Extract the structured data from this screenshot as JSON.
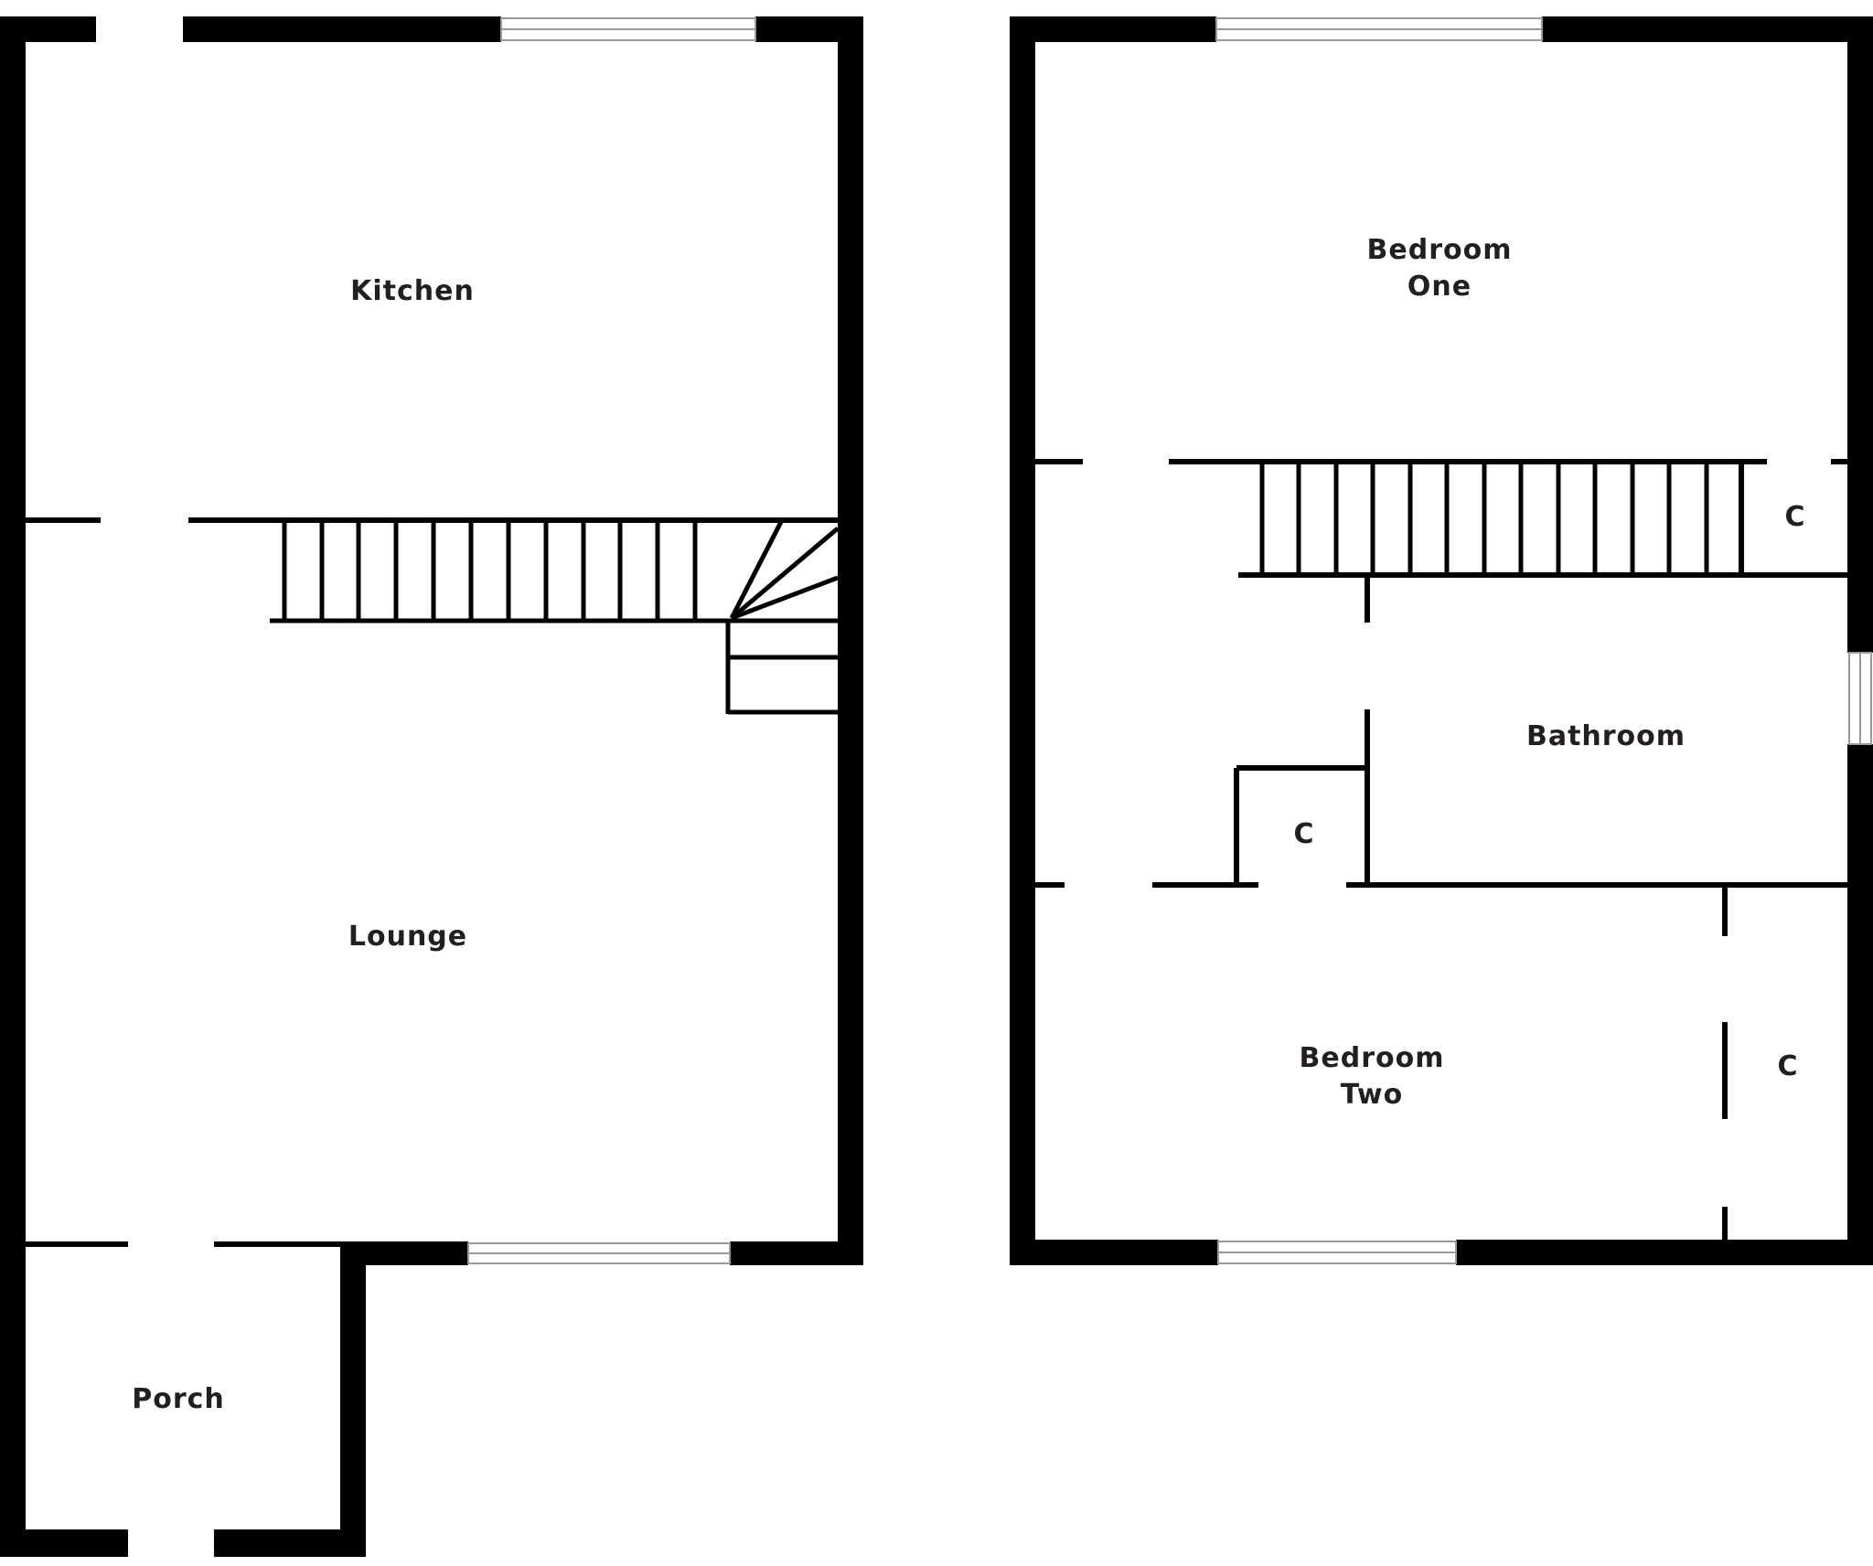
{
  "floor_plan": {
    "ground_floor": {
      "rooms": {
        "kitchen": "Kitchen",
        "lounge": "Lounge",
        "porch": "Porch"
      }
    },
    "first_floor": {
      "rooms": {
        "bedroom_one_line1": "Bedroom",
        "bedroom_one_line2": "One",
        "bathroom": "Bathroom",
        "bedroom_two_line1": "Bedroom",
        "bedroom_two_line2": "Two",
        "cupboard_landing": "C",
        "cupboard_hall": "C",
        "cupboard_bedroom_two": "C"
      }
    }
  },
  "colors": {
    "wall": "#000000",
    "window_frame": "#999999",
    "label": "#231f20"
  }
}
